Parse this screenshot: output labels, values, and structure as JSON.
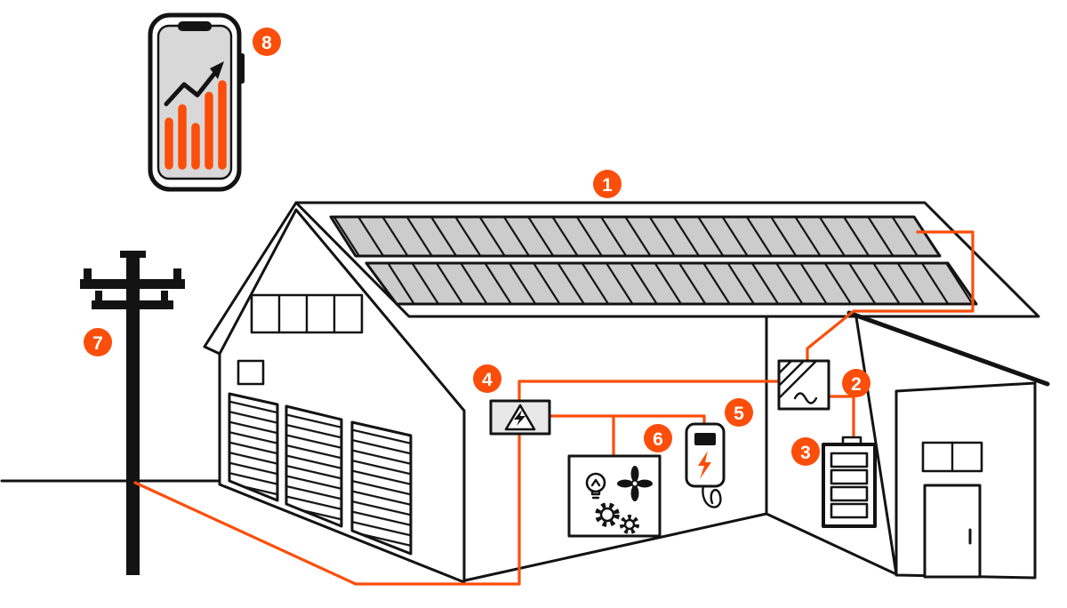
{
  "meta": {
    "background": "#ffffff",
    "accent_orange": "#FB4E0A",
    "outline_black": "#131313",
    "panel_gray": "#cccccc",
    "panel_box_gray": "#e8e8e8",
    "phone_screen_gray": "#d8d8d8"
  },
  "badges": [
    {
      "n": "1",
      "component": "rooftop-solar-panel-array"
    },
    {
      "n": "2",
      "component": "solar-inverter"
    },
    {
      "n": "3",
      "component": "battery-storage"
    },
    {
      "n": "4",
      "component": "electrical-distribution-board"
    },
    {
      "n": "5",
      "component": "ev-charging-station"
    },
    {
      "n": "6",
      "component": "building-appliances-loads"
    },
    {
      "n": "7",
      "component": "utility-grid-pole"
    },
    {
      "n": "8",
      "component": "energy-monitoring-app-phone"
    }
  ]
}
